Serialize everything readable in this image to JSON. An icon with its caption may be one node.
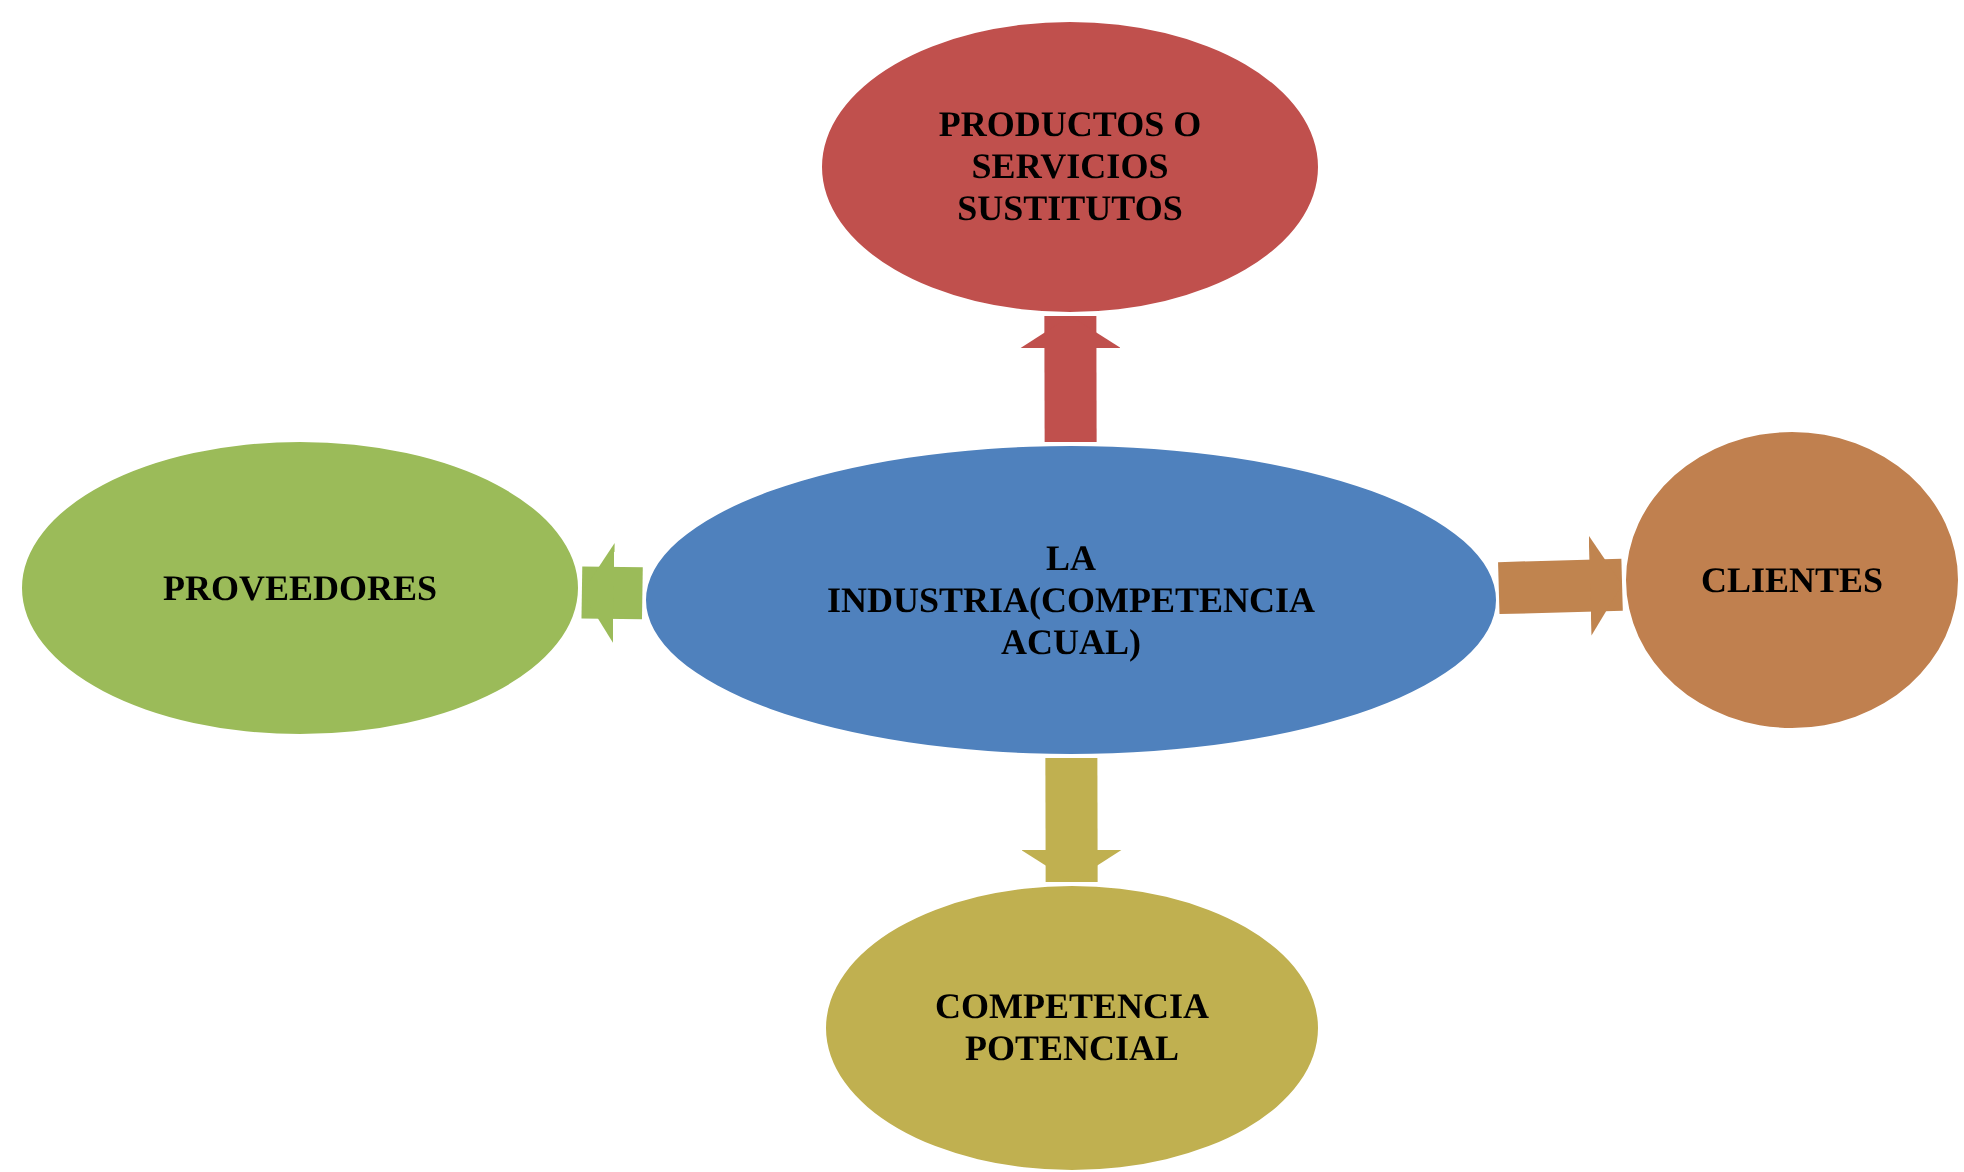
{
  "diagram": {
    "nodes": [
      {
        "text": [
          "LA INDUSTRIA(COMPETENCIA ACUAL)"
        ]
      },
      {
        "text": [
          "PRODUCTOS O SERVICIOS SUSTITUTOS"
        ]
      },
      {
        "text": [
          "PROVEEDORES"
        ]
      },
      {
        "text": [
          "CLIENTES"
        ]
      },
      {
        "text": [
          "COMPETENCIA POTENCIAL"
        ]
      }
    ],
    "edges": [
      {
        "from": 0,
        "to": 1,
        "arrow": "to",
        "color": "#c0504d"
      },
      {
        "from": 0,
        "to": 2,
        "arrow": "to",
        "color": "#9bbb59"
      },
      {
        "from": 0,
        "to": 3,
        "arrow": "to",
        "color": "#c0844f"
      },
      {
        "from": 0,
        "to": 4,
        "arrow": "to",
        "color": "#c0b050"
      }
    ]
  }
}
